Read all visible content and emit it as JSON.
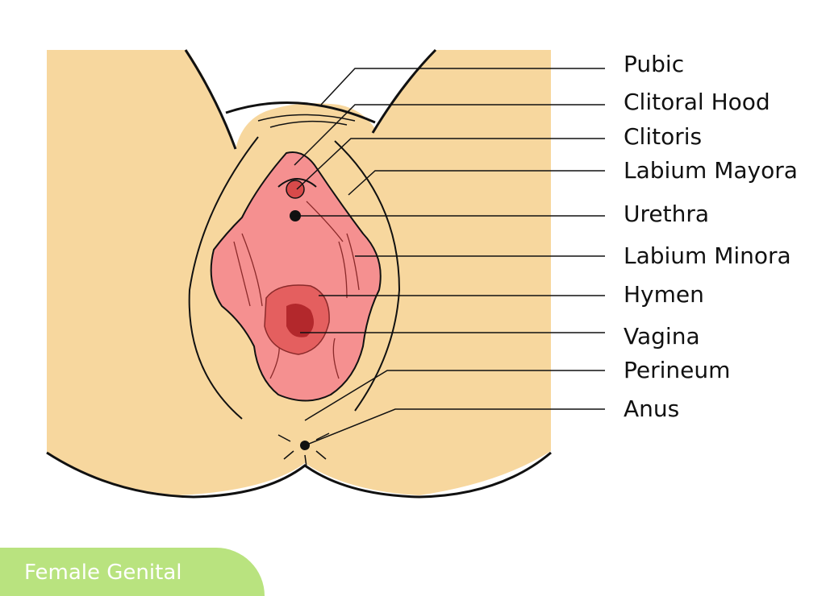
{
  "diagram": {
    "colors": {
      "skin": "#f7d79e",
      "pink": "#f59090",
      "dark_red": "#b3282c",
      "mid_red": "#e45f5f",
      "tag": "#b9e37f"
    },
    "labels": [
      "Pubic",
      "Clitoral Hood",
      "Clitoris",
      "Labium Mayora",
      "Urethra",
      "Labium Minora",
      "Hymen",
      "Vagina",
      "Perineum",
      "Anus"
    ]
  },
  "tag": {
    "label": "Female Genital"
  }
}
